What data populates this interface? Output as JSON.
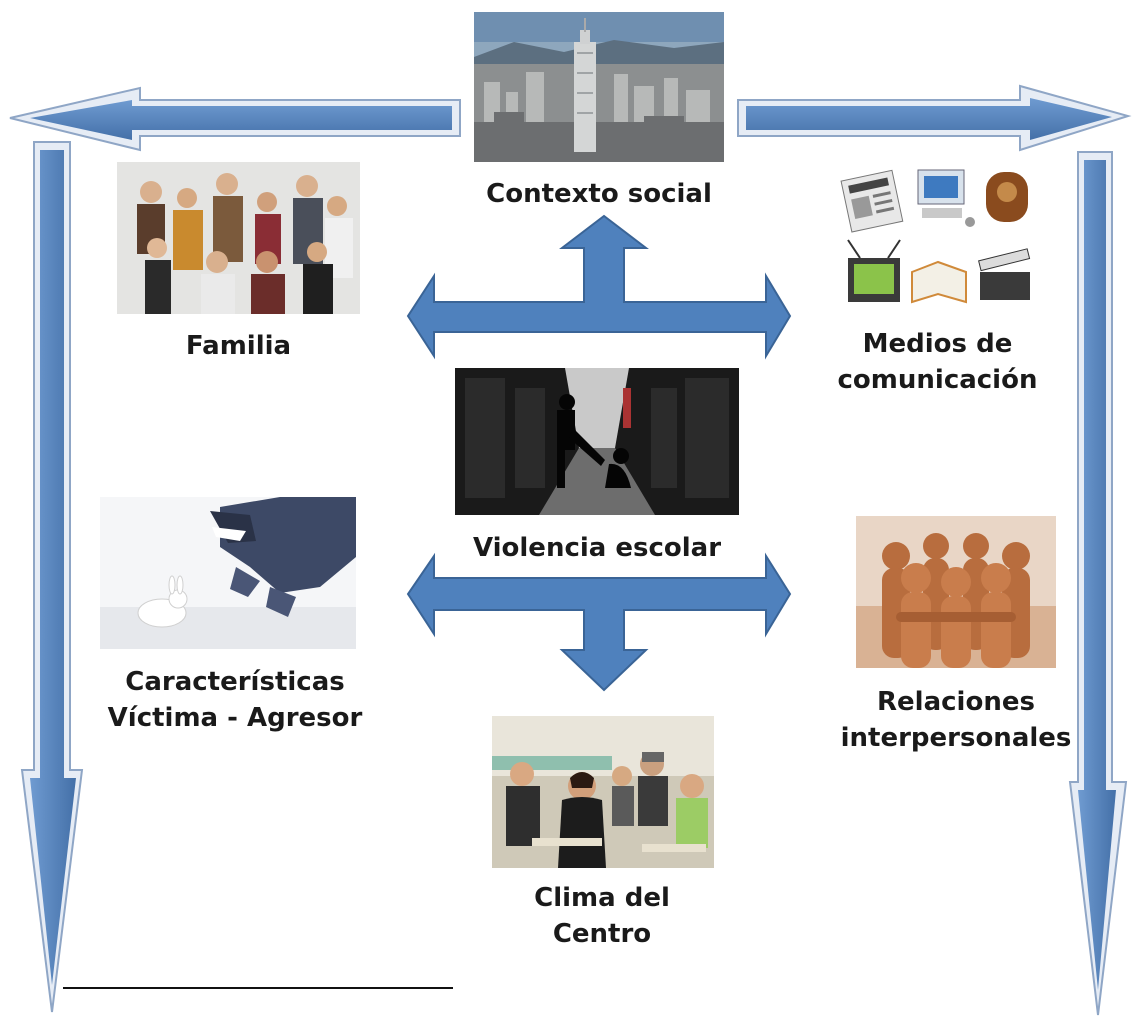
{
  "colors": {
    "arrow_fill": "#4f81bd",
    "arrow_stroke": "#3a6496",
    "arrow_outline": "#c9d5e6",
    "text": "#1a1a1a"
  },
  "nodes": {
    "contexto": {
      "label": "Contexto social",
      "icon": "city-skyline-photo"
    },
    "familia": {
      "label": "Familia",
      "icon": "family-group-photo"
    },
    "medios": {
      "line1": "Medios de",
      "line2": "comunicación",
      "icon": "media-icons-photo"
    },
    "violencia": {
      "label": "Violencia escolar",
      "icon": "school-hallway-photo"
    },
    "caracteristicas": {
      "line1": "Características",
      "line2": "Víctima - Agresor",
      "icon": "wolf-rabbit-photo"
    },
    "relaciones": {
      "line1": "Relaciones",
      "line2": "interpersonales",
      "icon": "clay-figures-embrace-photo"
    },
    "clima": {
      "line1": "Clima del",
      "line2": "Centro",
      "icon": "classroom-students-photo"
    }
  }
}
